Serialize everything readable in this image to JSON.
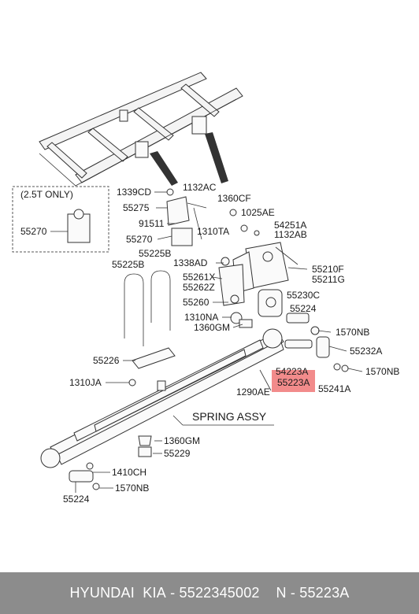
{
  "inset_label": "(2.5T ONLY)",
  "labels": {
    "l1339cd": "1339CD",
    "l1132ac": "1132AC",
    "l1360cf": "1360CF",
    "l55275": "55275",
    "l1025ae": "1025AE",
    "l91511": "91511",
    "l54251a": "54251A",
    "l1310ta": "1310TA",
    "l1132ab": "1132AB",
    "l55270_inset": "55270",
    "l55270": "55270",
    "l55225b_1": "55225B",
    "l55225b_2": "55225B",
    "l1338ad": "1338AD",
    "l55210f": "55210F",
    "l55211g": "55211G",
    "l55261x": "55261X",
    "l55262z": "55262Z",
    "l55230c": "55230C",
    "l55260": "55260",
    "l55224_top": "55224",
    "l1310na": "1310NA",
    "l1360gm_top": "1360GM",
    "l1570nb_1": "1570NB",
    "l55232a": "55232A",
    "l55226": "55226",
    "l54223a": "54223A",
    "l55223a": "55223A",
    "l1570nb_2": "1570NB",
    "l1310ja": "1310JA",
    "l1290ae": "1290AE",
    "l55241a": "55241A",
    "l_spring": "SPRING ASSY",
    "l1360gm_bot": "1360GM",
    "l55229": "55229",
    "l1410ch": "1410CH",
    "l55224_bot": "55224",
    "l1570nb_3": "1570NB"
  },
  "highlight_color": "#f28b8b",
  "footer": {
    "brand": "HYUNDAI  KIA",
    "part_number": "5522345002",
    "code": "N - 55223A"
  }
}
